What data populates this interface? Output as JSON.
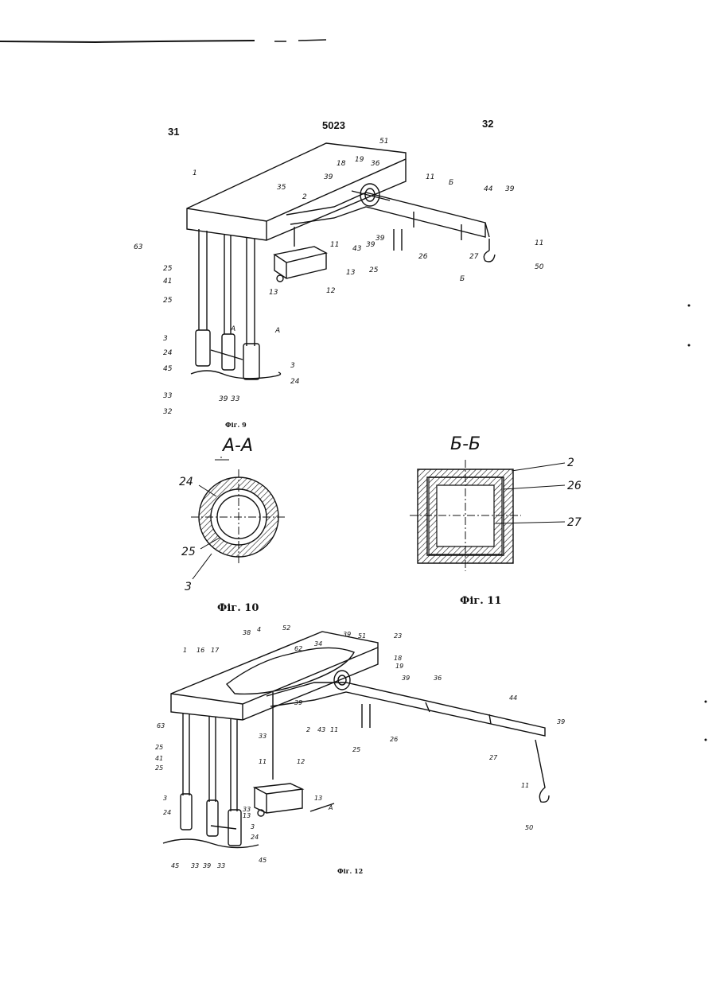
{
  "header": {
    "page_left": "31",
    "patent_number": "5023",
    "page_right": "32"
  },
  "figures": {
    "fig9": {
      "caption": "Фіг. 9",
      "labels": [
        "1",
        "51",
        "35",
        "2",
        "39",
        "18",
        "19",
        "36",
        "11",
        "Б",
        "44",
        "39",
        "63",
        "43",
        "39",
        "39",
        "25",
        "26",
        "27",
        "11",
        "50",
        "Б",
        "11",
        "13",
        "25",
        "41",
        "25",
        "13",
        "12",
        "3",
        "24",
        "A",
        "A",
        "45",
        "3",
        "33",
        "24",
        "39",
        "33",
        "32"
      ]
    },
    "fig10": {
      "section_title": "A-A",
      "caption": "Фіг. 10",
      "labels": [
        "24",
        "25",
        "3"
      ]
    },
    "fig11": {
      "section_title": "Б-Б",
      "caption": "Фіг. 11",
      "labels": [
        "2",
        "26",
        "27"
      ]
    },
    "fig12": {
      "caption": "Фіг. 12",
      "labels": [
        "1",
        "16",
        "17",
        "38",
        "4",
        "52",
        "39",
        "51",
        "62",
        "34",
        "23",
        "18",
        "19",
        "39",
        "36",
        "44",
        "39",
        "2",
        "43",
        "11",
        "25",
        "26",
        "27",
        "63",
        "25",
        "41",
        "25",
        "33",
        "11",
        "12",
        "13",
        "11",
        "A",
        "50",
        "3",
        "24",
        "13",
        "33",
        "3",
        "24",
        "45",
        "33",
        "39",
        "33",
        "45"
      ]
    }
  }
}
